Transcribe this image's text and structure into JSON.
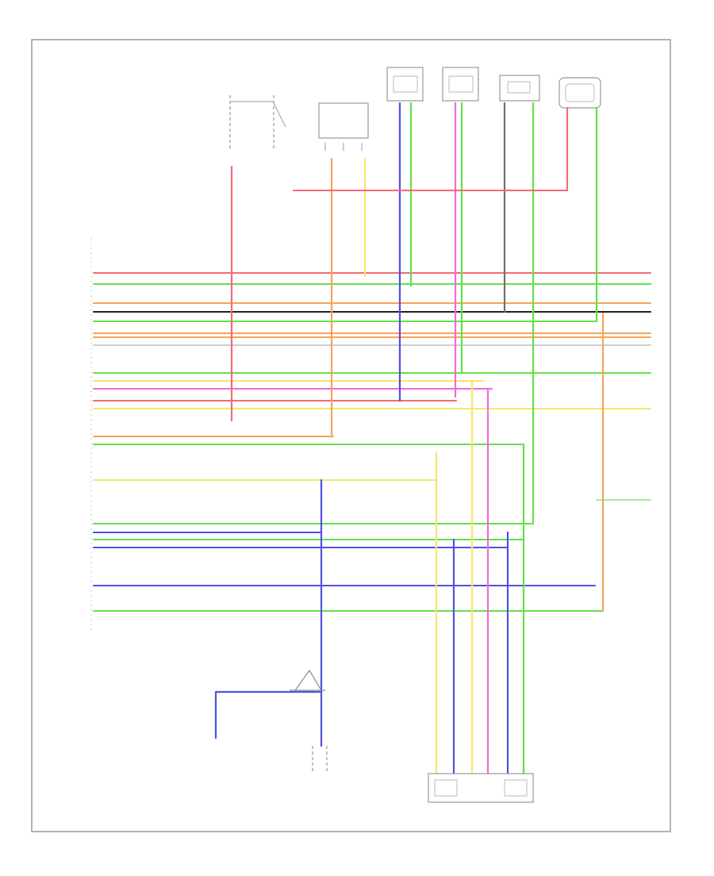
{
  "diagram_title": "",
  "footer_code": "",
  "colors": {
    "RED": "#f06a78",
    "PINK": "#ef6cd8",
    "GRN": "#63e04a",
    "LT_GRN": "#7ce86a",
    "YEL": "#f3e86a",
    "ORG": "#f5a35a",
    "BLU": "#4f4fe6",
    "GRY": "#6f6f6f",
    "BLK": "#222222",
    "WHT": "#cfcfcf",
    "LT_BLU": "#69b8ee"
  },
  "header_components": [],
  "module_label": [],
  "module_pins": [],
  "wire_labels": [],
  "system_notes": [],
  "bottom_components": [],
  "right_edge_labels": [],
  "wiring": {
    "horizontal_runs": [
      {
        "color": "RED"
      },
      {
        "color": "GRN"
      },
      {
        "color": "ORG"
      },
      {
        "color": "BLK"
      },
      {
        "color": "GRN"
      },
      {
        "color": "ORG"
      },
      {
        "color": "GRN"
      },
      {
        "color": "YEL"
      },
      {
        "color": "PINK"
      },
      {
        "color": "RED"
      },
      {
        "color": "YEL"
      },
      {
        "color": "ORG"
      },
      {
        "color": "GRN"
      },
      {
        "color": "YEL"
      },
      {
        "color": "GRN"
      },
      {
        "color": "BLU"
      },
      {
        "color": "GRN"
      },
      {
        "color": "BLU"
      },
      {
        "color": "BLU"
      },
      {
        "color": "GRN"
      },
      {
        "color": "ORG"
      },
      {
        "color": "WHT"
      }
    ]
  }
}
